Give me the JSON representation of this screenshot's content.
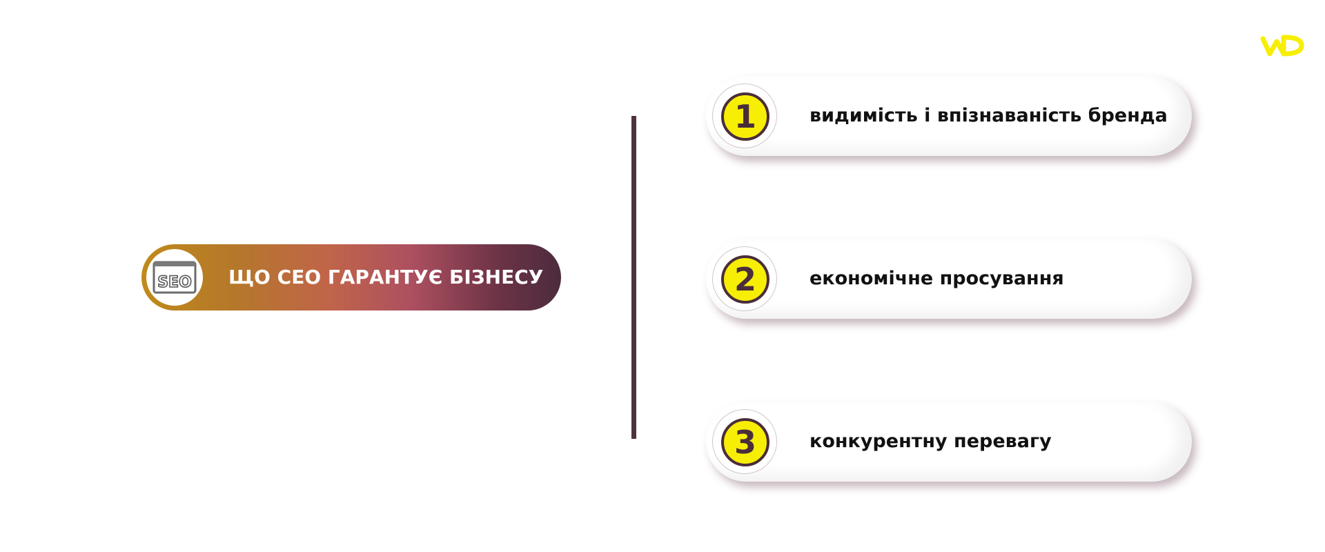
{
  "brand": {
    "accent": "#f7ee05",
    "dark": "#4a2d3b"
  },
  "logo": {
    "icon": "wd-logo-icon"
  },
  "headline": {
    "title": "ЩО СЕО ГАРАНТУЄ БІЗНЕСУ",
    "icon_text": "SEO",
    "icon": "seo-icon"
  },
  "items": [
    {
      "number": "1",
      "label": "видимість і впізнаваність бренда"
    },
    {
      "number": "2",
      "label": "економічне просування"
    },
    {
      "number": "3",
      "label": "конкурентну перевагу"
    }
  ]
}
